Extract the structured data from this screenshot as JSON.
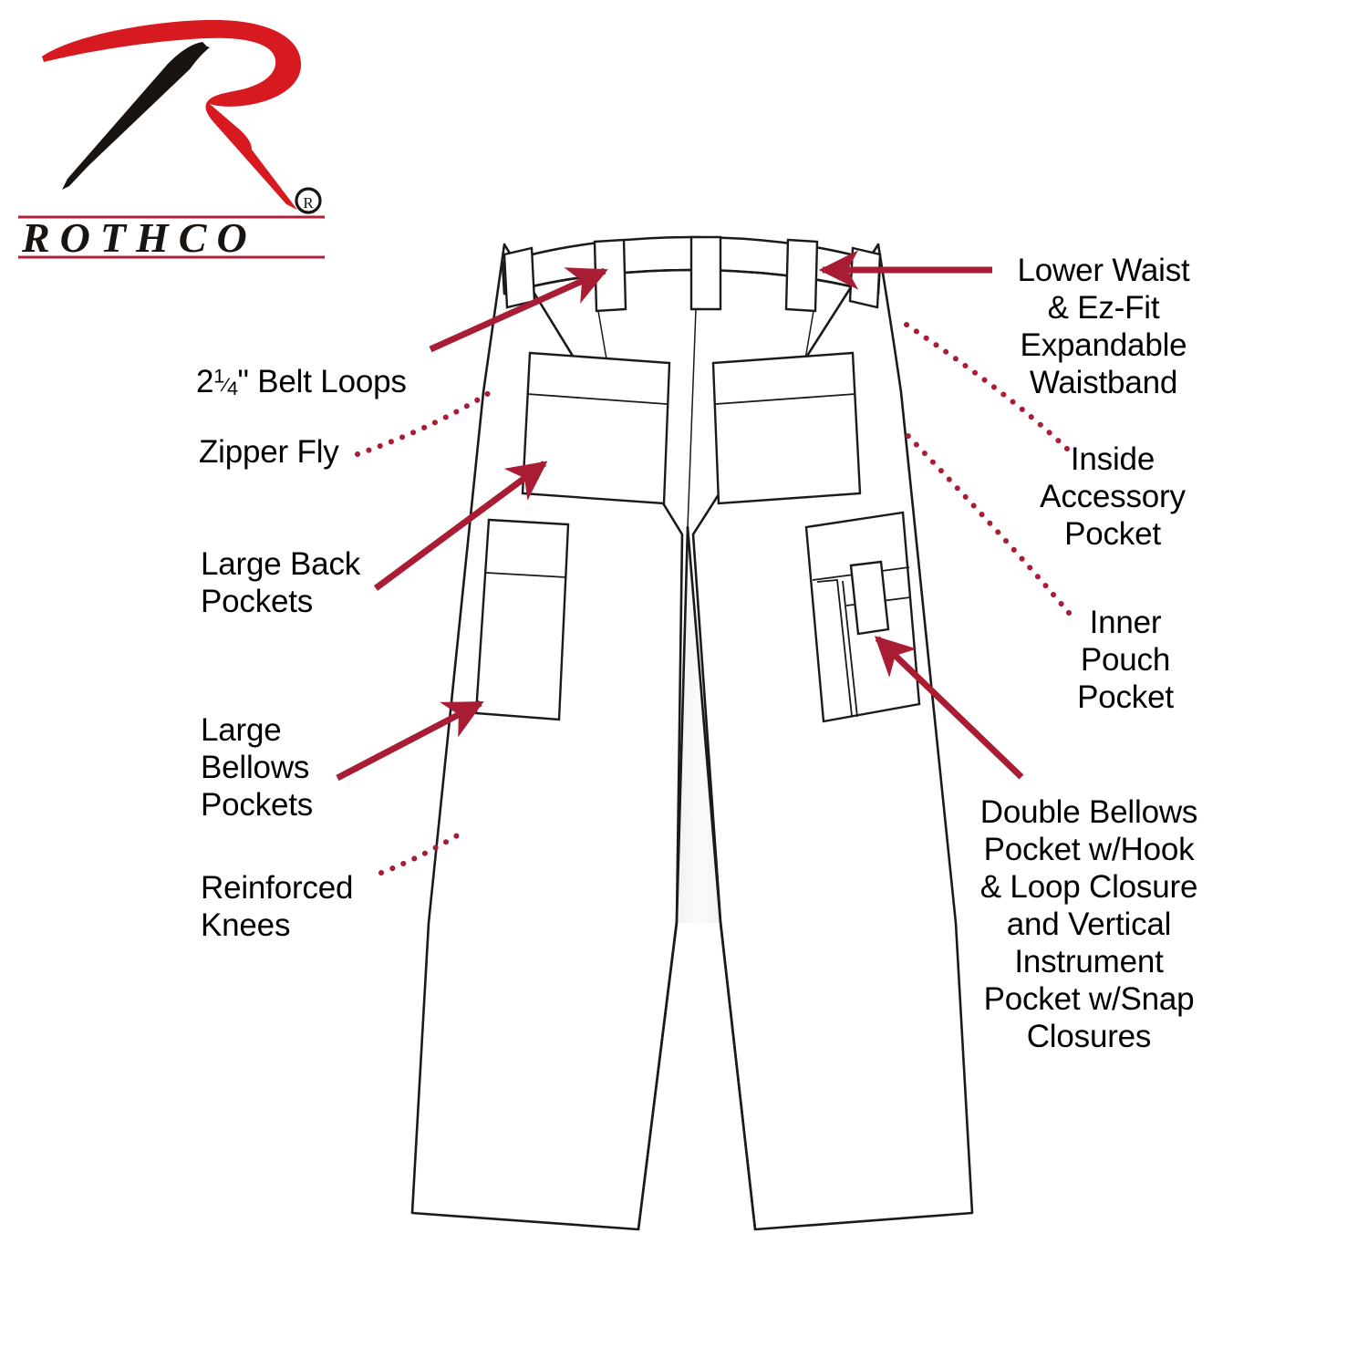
{
  "brand": {
    "name": "ROTHCO",
    "registered_mark": "®",
    "logo_letter": "R",
    "colors": {
      "red": "#D71920",
      "dark": "#1A1410",
      "rule": "#B0203A"
    }
  },
  "diagram": {
    "subject": "tactical-cargo-pants-back-view",
    "line_color": "#1a1a1a",
    "fill_color": "#ffffff",
    "accent_color": "#A81D33"
  },
  "callouts": {
    "belt_loops": {
      "prefix": "2",
      "fraction_num": "1",
      "fraction_den": "4",
      "suffix": "\" Belt Loops",
      "full_text": "2 1/4\" Belt Loops",
      "leader": "arrow",
      "side": "left"
    },
    "zipper_fly": {
      "text": "Zipper Fly",
      "leader": "dotted",
      "side": "left"
    },
    "large_back_pockets": {
      "text": "Large Back\nPockets",
      "leader": "arrow",
      "side": "left"
    },
    "large_bellows_pockets": {
      "text": "Large\nBellows\nPockets",
      "leader": "arrow",
      "side": "left"
    },
    "reinforced_knees": {
      "text": "Reinforced\nKnees",
      "leader": "dotted",
      "side": "left"
    },
    "lower_waist": {
      "text": "Lower Waist\n& Ez-Fit\nExpandable\nWaistband",
      "leader": "arrow",
      "side": "right"
    },
    "inside_accessory_pocket": {
      "text": "Inside\nAccessory\nPocket",
      "leader": "dotted",
      "side": "right"
    },
    "inner_pouch_pocket": {
      "text": "Inner\nPouch\nPocket",
      "leader": "dotted",
      "side": "right"
    },
    "double_bellows_pocket": {
      "text": "Double Bellows\nPocket w/Hook\n& Loop Closure\nand Vertical\nInstrument\nPocket w/Snap\nClosures",
      "leader": "arrow",
      "side": "right"
    }
  }
}
